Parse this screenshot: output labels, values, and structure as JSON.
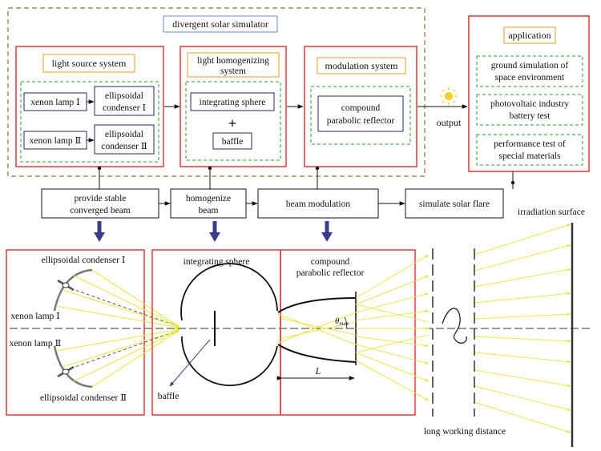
{
  "colors": {
    "outer_dash": "#8a7a3a",
    "red": "#e03a3a",
    "green": "#2f9a3a",
    "blue_box": "#1f2a6a",
    "orange": "#e89a2a",
    "title_blue": "#6a8ac8",
    "arrow_blue": "#3a3f8c",
    "ray": "#e8e84a",
    "sun": "#f2d21a"
  },
  "labels": {
    "simulator_title": "divergent solar simulator",
    "light_source": "light source system",
    "homogenizing_1": "light homogenizing",
    "homogenizing_2": "system",
    "modulation": "modulation system",
    "application": "application",
    "xenon_1": "xenon lamp Ⅰ",
    "xenon_2": "xenon lamp Ⅱ",
    "cond_1_a": "ellipsoidal",
    "cond_1_b": "condenser Ⅰ",
    "cond_2_a": "ellipsoidal",
    "cond_2_b": "condenser Ⅱ",
    "integrating_sphere": "integrating sphere",
    "plus": "+",
    "baffle": "baffle",
    "cpr_1": "compound",
    "cpr_2": "parabolic reflector",
    "output": "output",
    "app_1a": "ground simulation of",
    "app_1b": "space environment",
    "app_2a": "photovoltaic industry",
    "app_2b": "battery test",
    "app_3a": "performance test of",
    "app_3b": "special materials",
    "flow_1a": "provide stable",
    "flow_1b": "converged beam",
    "flow_2a": "homogenize",
    "flow_2b": "beam",
    "flow_3": "beam modulation",
    "flow_4": "simulate solar flare",
    "irradiation_surface": "irradiation surface",
    "bottom_cond_1": "ellipsoidal condenser Ⅰ",
    "bottom_xenon_1": "xenon lamp Ⅰ",
    "bottom_xenon_2": "xenon lamp Ⅱ",
    "bottom_cond_2": "ellipsoidal condenser Ⅱ",
    "bottom_sphere": "integrating sphere",
    "bottom_baffle": "baffle",
    "bottom_cpr_1": "compound",
    "bottom_cpr_2": "parabolic reflector",
    "theta": "θ",
    "theta_sub": "max",
    "length_L": "L",
    "long_distance": "long working distance"
  }
}
